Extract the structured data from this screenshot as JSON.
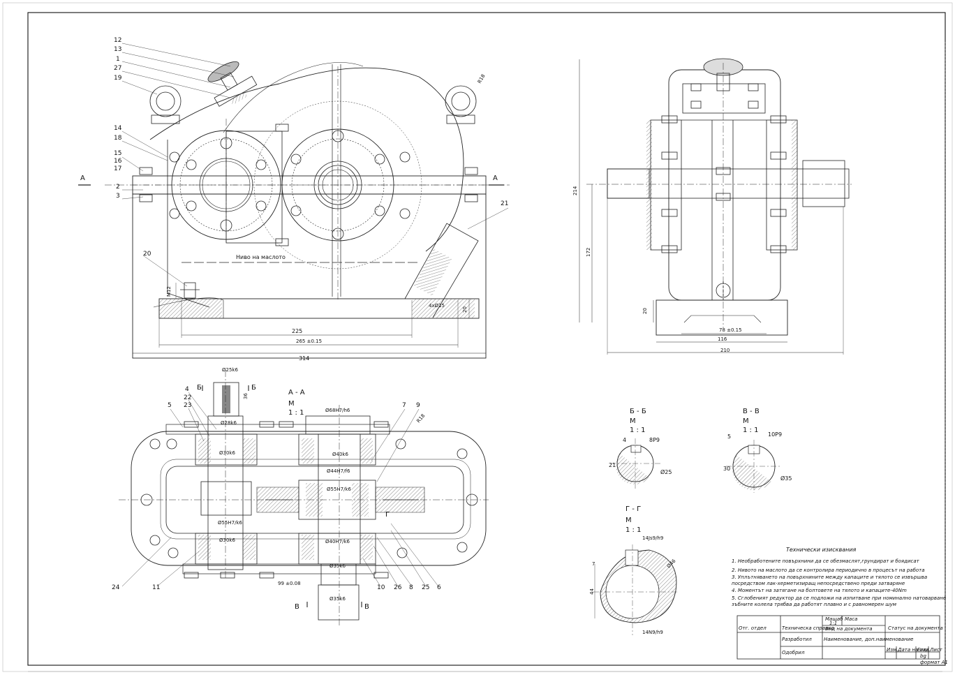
{
  "callouts": {
    "c12": "12",
    "c13": "13",
    "c1": "1",
    "c27": "27",
    "c19": "19",
    "c14": "14",
    "c18": "18",
    "c15": "15",
    "c16": "16",
    "c17": "17",
    "c2": "2",
    "c3": "3",
    "c20": "20",
    "c21": "21",
    "c4": "4",
    "c22": "22",
    "c5": "5",
    "c23": "23",
    "c7": "7",
    "c9": "9",
    "c24": "24",
    "c11": "11",
    "c10": "10",
    "c26": "26",
    "c8a": "8",
    "c25": "25",
    "c6": "6"
  },
  "front_view": {
    "section_mark_left": "A",
    "section_mark_right": "A",
    "oil_level_label": "Ниво на маслото",
    "dim_225": "225",
    "dim_265": "265 ±0.15",
    "dim_314": "314",
    "dim_20": "20",
    "dim_4x015": "4xØ15",
    "dim_m12": "M12",
    "dim_r8": "R18"
  },
  "side_view": {
    "dim_214": "214",
    "dim_172": "172",
    "dim_20": "20",
    "dim_78": "78 ±0.15",
    "dim_116": "116",
    "dim_210": "210"
  },
  "plan_view": {
    "section_title": "A - A",
    "scale_m": "M",
    "scale_val": "1 : 1",
    "mark_b_left": "Б",
    "mark_b_right": "Б",
    "mark_v_left": "В",
    "mark_v_right": "В",
    "mark_g": "Г",
    "d25k6": "Ø25k6",
    "d28k6": "Ø28k6",
    "d30k6": "Ø30k6",
    "d35k6a": "Ø35k6",
    "d35k6b": "Ø35k6",
    "d40k6a": "Ø40k6",
    "d40h7": "Ø40H7/k6",
    "d44h7": "Ø44H7/f6",
    "d55h7a": "Ø55H7/k6",
    "d55h7b": "Ø55H7/k6",
    "d68h7": "Ø68H7/h6",
    "d35k6c": "Ø35k6",
    "d30k6b": "Ø30k6",
    "dim_36": "36",
    "dim_99": "99 ±0.08",
    "dim_r18": "R18"
  },
  "section_bb": {
    "title": "Б - Б",
    "m": "M",
    "scale": "1 : 1",
    "d4": "4",
    "key": "8P9",
    "d21": "21",
    "diam": "Ø25"
  },
  "section_vv": {
    "title": "В - В",
    "m": "M",
    "scale": "1 : 1",
    "d5": "5",
    "key": "10P9",
    "d30": "30",
    "diam": "Ø35"
  },
  "section_gg": {
    "title": "Г - Г",
    "m": "M",
    "scale": "1 : 1",
    "key_top": "14Js9/h9",
    "key_bot": "14N9/h9",
    "d7": "7",
    "d44": "44",
    "r": "Ø46"
  },
  "requirements": {
    "title": "Технически изисквания",
    "items": [
      "1. Необработените повърхнини да се обезмаслят,грундират и боядисат",
      "2. Нивото на маслото да се контролира периодично в процесът на работа",
      "3. Уплътняването на повърхнините между капаците и тялото се извършва",
      "посредством лак-херметизиращ непосредствено преди затваряне",
      "4. Моментът на затягане на болтовете на тялото и капацитe-40Nm",
      "5. Сглобеният редуктор да се подложи на изпитване при номинално натоварване",
      "зъбните колела трябва да работят плавно и с равномерен шум"
    ]
  },
  "title_block": {
    "scale_label": "Мащаб",
    "scale_value": "1:1",
    "mass_label": "Маса",
    "dept": "Отг. отдел",
    "tech_ref": "Техническа справка",
    "doc_type": "Вид на документа",
    "doc_status": "Статус на документа",
    "developed": "Разработил",
    "name": "Наименование, доп.наименование",
    "approved": "Одобрил",
    "rev": "Изм.",
    "issue_date": "Дата на изд.",
    "lang": "Език",
    "sheet": "Лист",
    "lang_val": "bg",
    "format": "формат A1"
  }
}
